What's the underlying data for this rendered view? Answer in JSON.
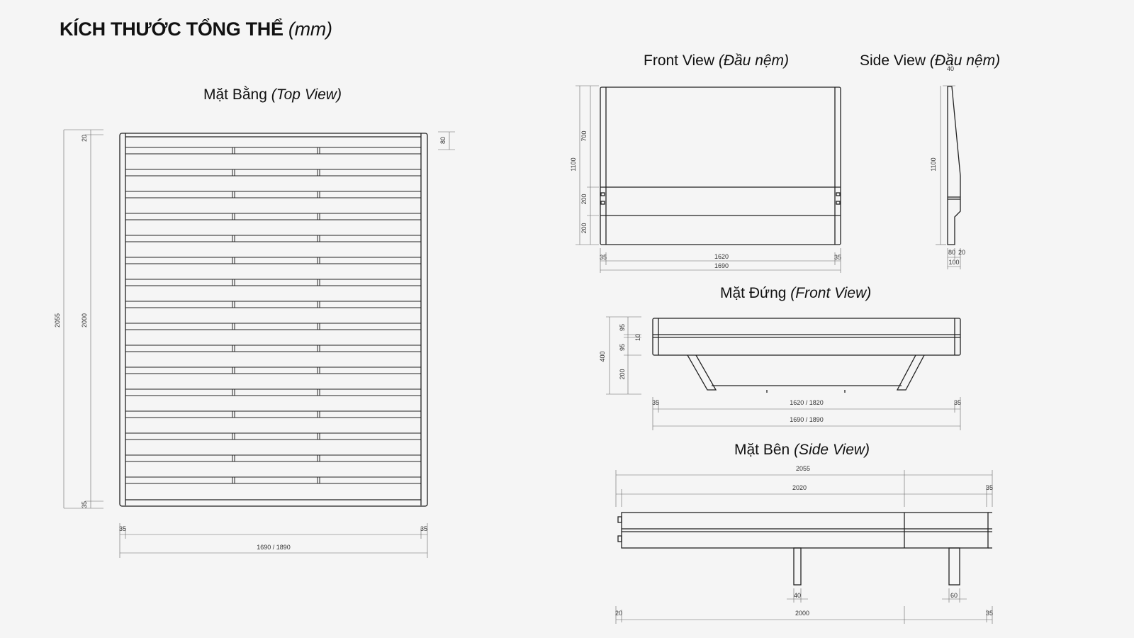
{
  "page": {
    "title": "KÍCH THƯỚC TỔNG THỂ",
    "unit": "(mm)"
  },
  "views": {
    "top": {
      "name": "Mặt Bằng",
      "sub": "(Top View)"
    },
    "headboard_front": {
      "name": "Front View",
      "sub": "(Đầu nệm)"
    },
    "headboard_side": {
      "name": "Side View",
      "sub": "(Đầu nệm)"
    },
    "front": {
      "name": "Mặt Đứng",
      "sub": "(Front View)"
    },
    "side": {
      "name": "Mặt Bên",
      "sub": "(Side View)"
    }
  },
  "dims": {
    "top": {
      "d20": "20",
      "d2055": "2055",
      "d2000": "2000",
      "d35": "35",
      "d80": "80",
      "w35l": "35",
      "w35r": "35",
      "w_total": "1690 / 1890"
    },
    "hb_front": {
      "d1100": "1100",
      "d700": "700",
      "d200a": "200",
      "d200b": "200",
      "w35l": "35",
      "w1620": "1620",
      "w35r": "35",
      "w1690": "1690"
    },
    "hb_side": {
      "d40": "40",
      "d1100": "1100",
      "d80": "80",
      "d20": "20",
      "d100": "100"
    },
    "front": {
      "d400": "400",
      "d95a": "95",
      "d10": "10",
      "d95b": "95",
      "d200": "200",
      "w35l": "35",
      "w_inner": "1620 / 1820",
      "w35r": "35",
      "w_total": "1690 / 1890"
    },
    "side": {
      "d2055": "2055",
      "d2020": "2020",
      "d35t": "35",
      "d40": "40",
      "d60": "60",
      "d20": "20",
      "d2000": "2000",
      "d35b": "35"
    }
  }
}
